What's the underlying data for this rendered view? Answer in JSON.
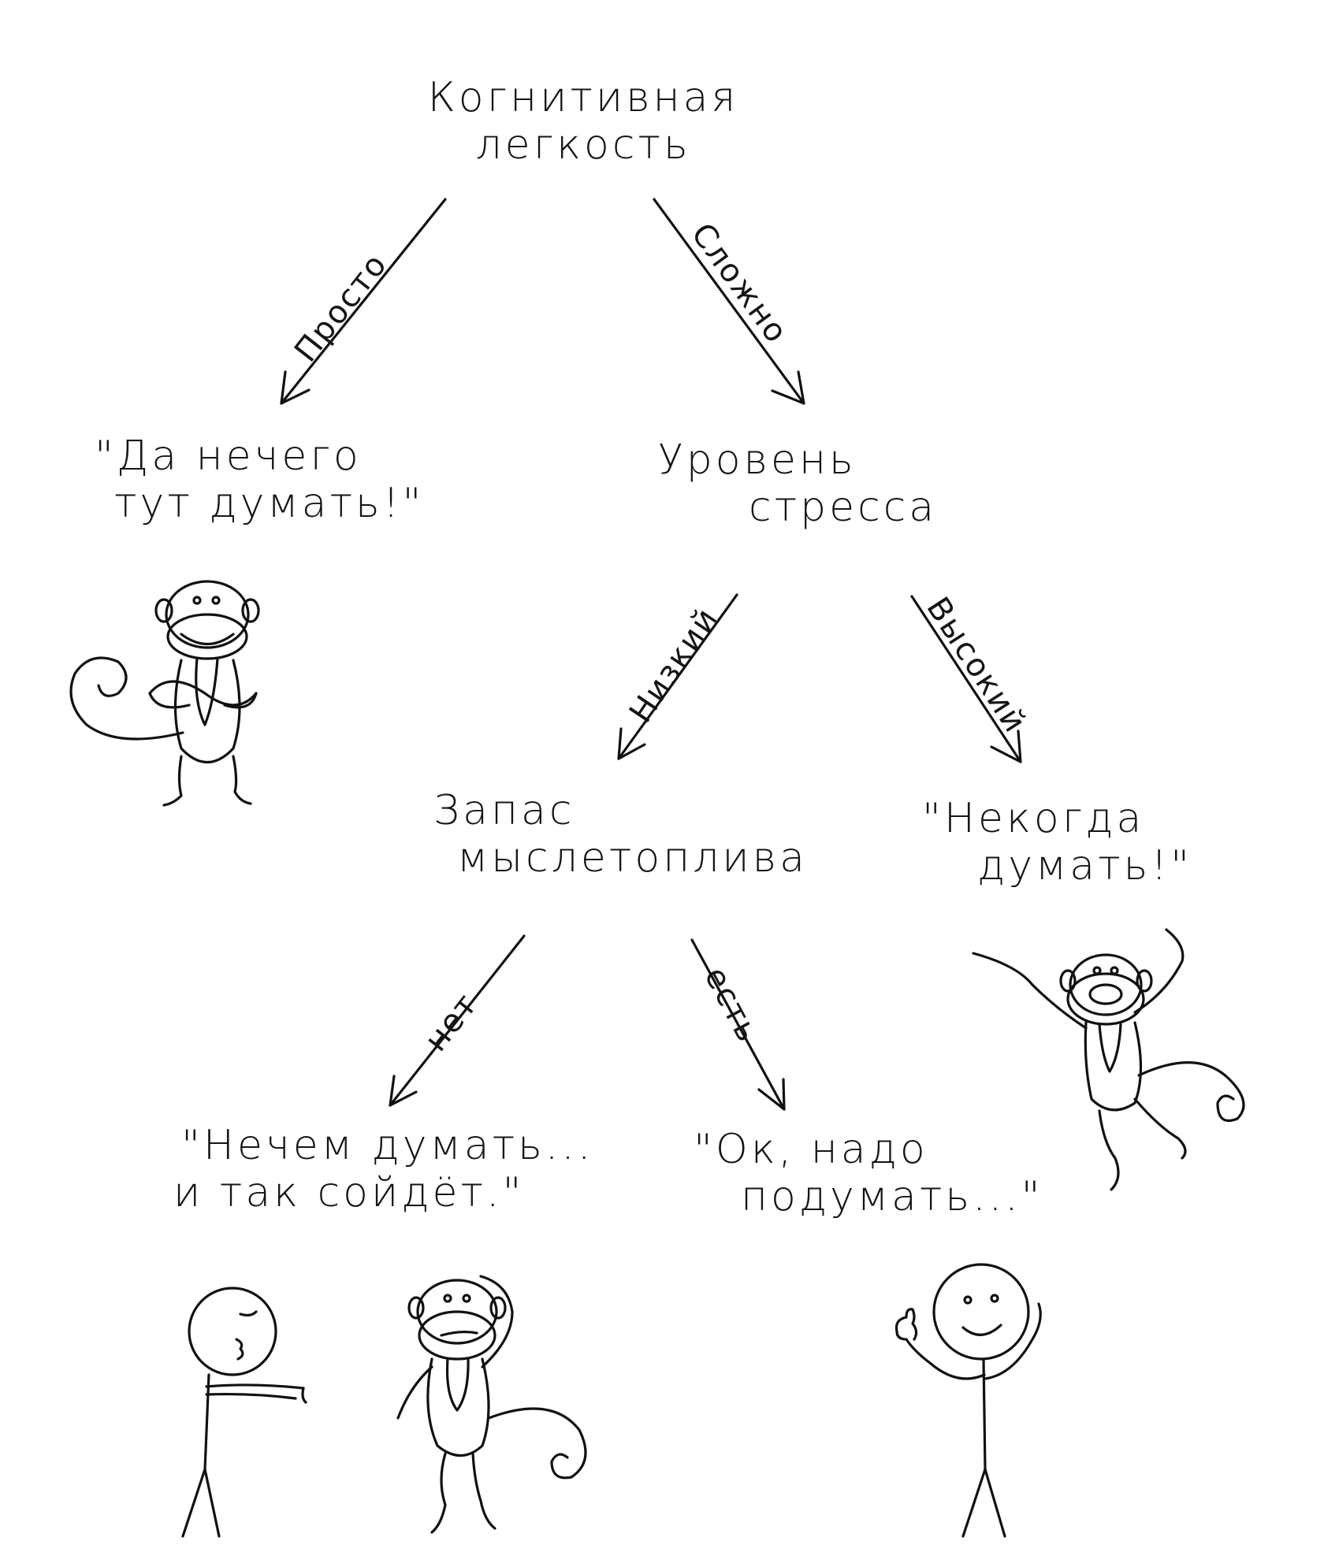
{
  "nodes": {
    "root": {
      "line1": "Когнитивная",
      "line2": "легкость"
    },
    "easy_result": {
      "line1": "\"Да нечего",
      "line2": "тут думать!\""
    },
    "stress": {
      "line1": "Уровень",
      "line2": "стресса"
    },
    "fuel": {
      "line1": "Запас",
      "line2": "мыслетоплива"
    },
    "high_result": {
      "line1": "\"Некогда",
      "line2": "думать!\""
    },
    "no_result": {
      "line1": "\"Нечем думать...",
      "line2": "и так сойдёт.\""
    },
    "yes_result": {
      "line1": "\"Ок, надо",
      "line2": "подумать...\""
    }
  },
  "edges": {
    "easy": "Просто",
    "hard": "Сложно",
    "low": "Низкий",
    "high": "Высокий",
    "no": "нет",
    "yes": "есть"
  },
  "illustrations": [
    "monkey-arms-crossed",
    "monkey-jumping",
    "stick-figure-sleepy",
    "monkey-thinking",
    "stick-figure-thumbs-up"
  ]
}
